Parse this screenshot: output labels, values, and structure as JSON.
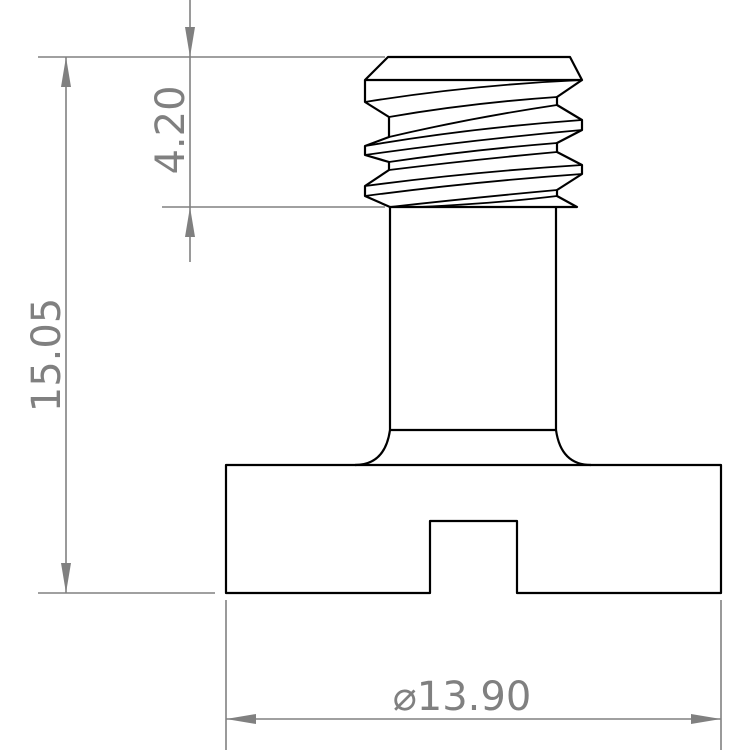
{
  "drawing": {
    "line_color": "#000000",
    "dimension_color": "#808080",
    "dimensions": {
      "thread_length": "4.20",
      "overall_height": "15.05",
      "head_diameter_symbol": "⌀",
      "head_diameter": "13.90"
    }
  }
}
